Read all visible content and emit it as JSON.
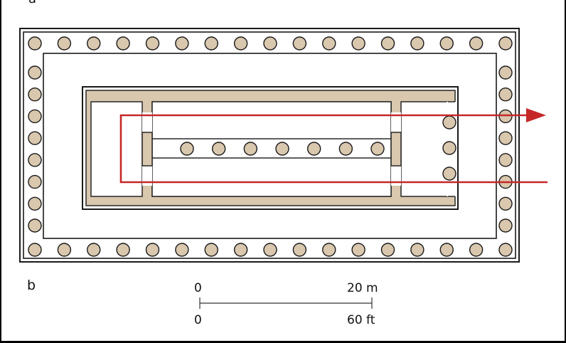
{
  "figure": {
    "panel_top_label": "a",
    "panel_bottom_label": "b"
  },
  "scale_bar": {
    "metric_start": "0",
    "metric_end": "20 m",
    "imperial_start": "0",
    "imperial_end": "60 ft"
  },
  "colors": {
    "wall_fill": "#d9c7ae",
    "column_fill": "#d9c7ae",
    "line": "#1a1a1a",
    "path_arrow": "#c62828"
  },
  "plan": {
    "peristyle_columns_front": 17,
    "peristyle_columns_side": 8,
    "cella_interior_columns": 7,
    "porch_columns": 3
  }
}
